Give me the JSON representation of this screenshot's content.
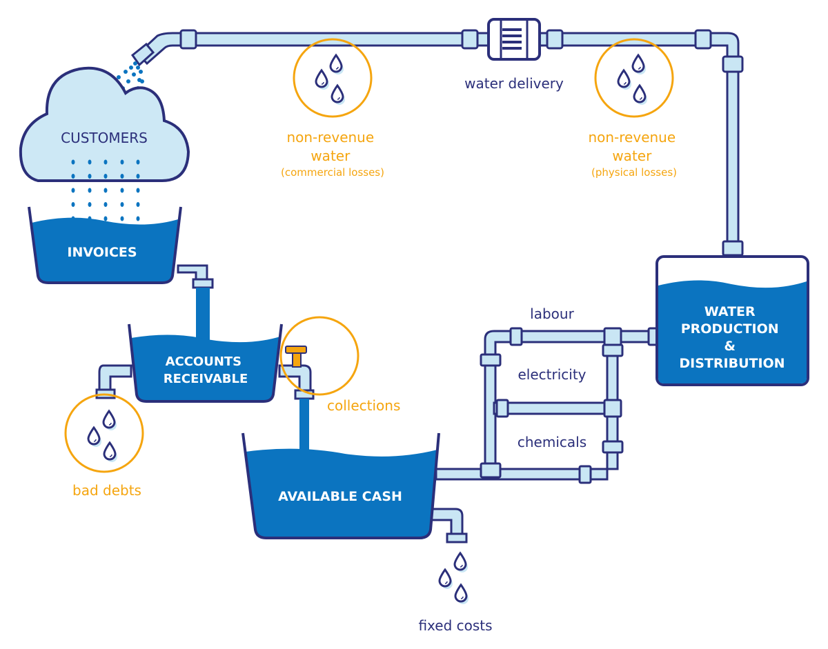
{
  "colors": {
    "outline": "#2b2f7a",
    "pipe": "#c9e6f4",
    "water": "#0b74c0",
    "highlight": "#f5a50f",
    "drop_shadow": "#c9e6f4"
  },
  "labels": {
    "customers": "CUSTOMERS",
    "invoices": "INVOICES",
    "accounts_receivable": [
      "ACCOUNTS",
      "RECEIVABLE"
    ],
    "available_cash": "AVAILABLE CASH",
    "water_production": [
      "WATER",
      "PRODUCTION",
      "&",
      "DISTRIBUTION"
    ],
    "water_delivery": "water delivery",
    "nrw_commercial": [
      "non-revenue",
      "water",
      "(commercial losses)"
    ],
    "nrw_physical": [
      "non-revenue",
      "water",
      "(physical losses)"
    ],
    "bad_debts": "bad debts",
    "collections": "collections",
    "labour": "labour",
    "electricity": "electricity",
    "chemicals": "chemicals",
    "fixed_costs": "fixed costs"
  },
  "icons": [
    "water-meter-icon",
    "water-drop-icon",
    "tap-icon",
    "shower-nozzle-icon",
    "cloud-icon",
    "bucket-icon"
  ]
}
